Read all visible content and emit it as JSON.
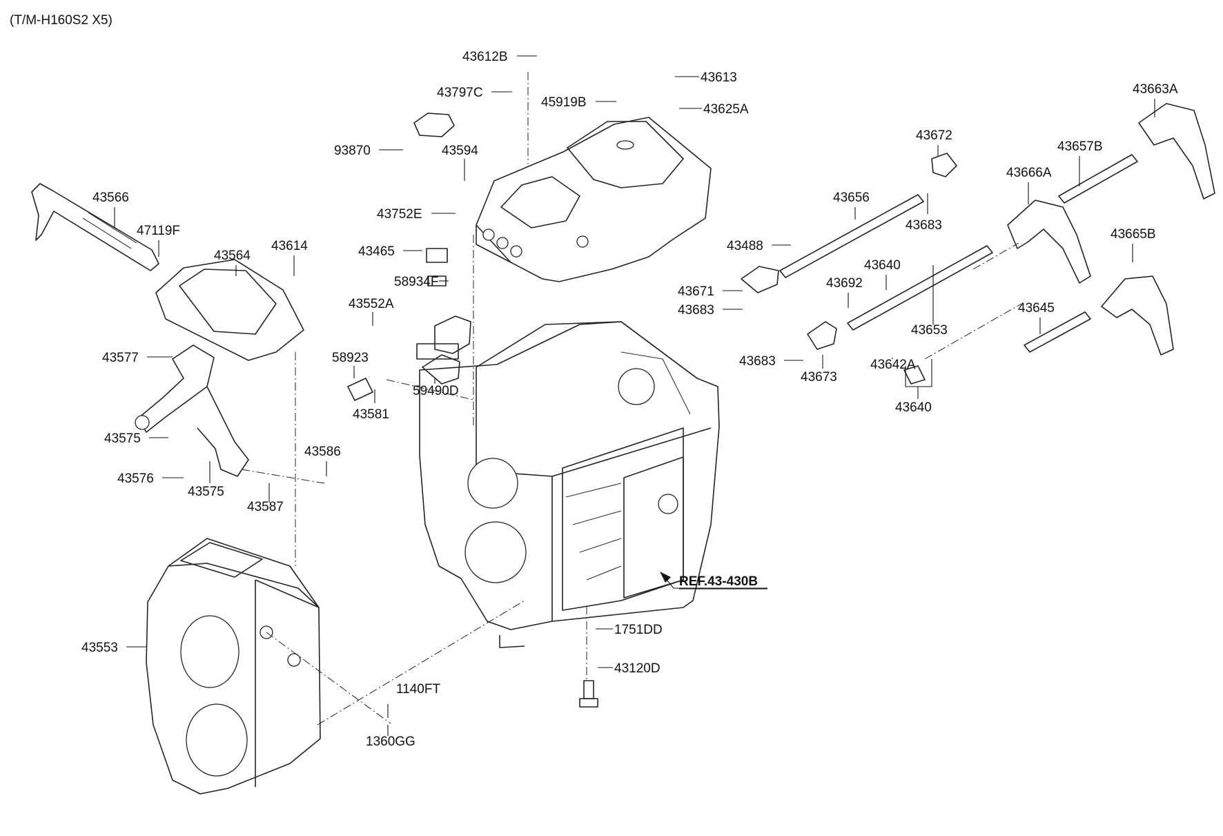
{
  "header": {
    "model": "(T/M-H160S2 X5)"
  },
  "colors": {
    "ink": "#111111",
    "background": "#ffffff"
  },
  "reference": {
    "label": "REF.43-430B"
  },
  "callouts": [
    "43612B",
    "43613",
    "43797C",
    "45919B",
    "43625A",
    "93870",
    "43594",
    "43752E",
    "43465",
    "58934F",
    "43552A",
    "58923",
    "59490D",
    "43581",
    "43566",
    "47119F",
    "43564",
    "43614",
    "43577",
    "43575",
    "43575",
    "43576",
    "43587",
    "43586",
    "43553",
    "1140FT",
    "1360GG",
    "1751DD",
    "43120D",
    "43672",
    "43663A",
    "43657B",
    "43656",
    "43666A",
    "43683",
    "43488",
    "43671",
    "43683",
    "43640",
    "43692",
    "43653",
    "43665B",
    "43645",
    "43683",
    "43673",
    "43642A",
    "43640"
  ]
}
